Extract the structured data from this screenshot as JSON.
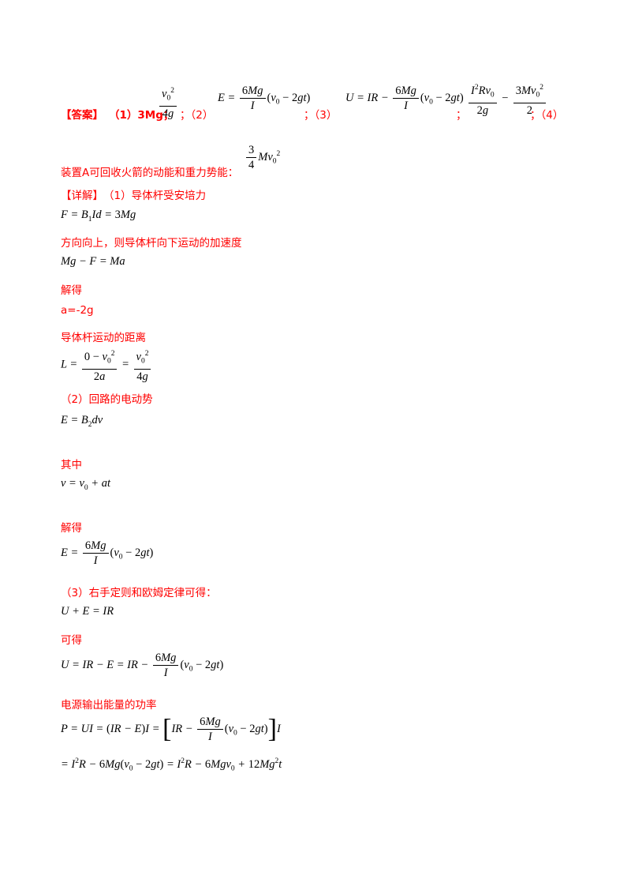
{
  "answer": {
    "label": "【答案】",
    "p1": "（1）3Mg；",
    "p2": "；（2）",
    "p3": "；（3）",
    "p4": "；（4）",
    "p5": "装置A可回收火箭的动能和重力势能："
  },
  "detail": {
    "label": "【详解】",
    "s1": "（1）导体杆受安培力",
    "s2": "方向向上，则导体杆向下运动的加速度",
    "s3": "解得",
    "s4": "a=-2g",
    "s5": "导体杆运动的距离",
    "s6": "（2）回路的电动势",
    "s7": "其中",
    "s8": "解得",
    "s9": "（3）右手定则和欧姆定律可得：",
    "s10": "可得",
    "s11": "电源输出能量的功率"
  }
}
